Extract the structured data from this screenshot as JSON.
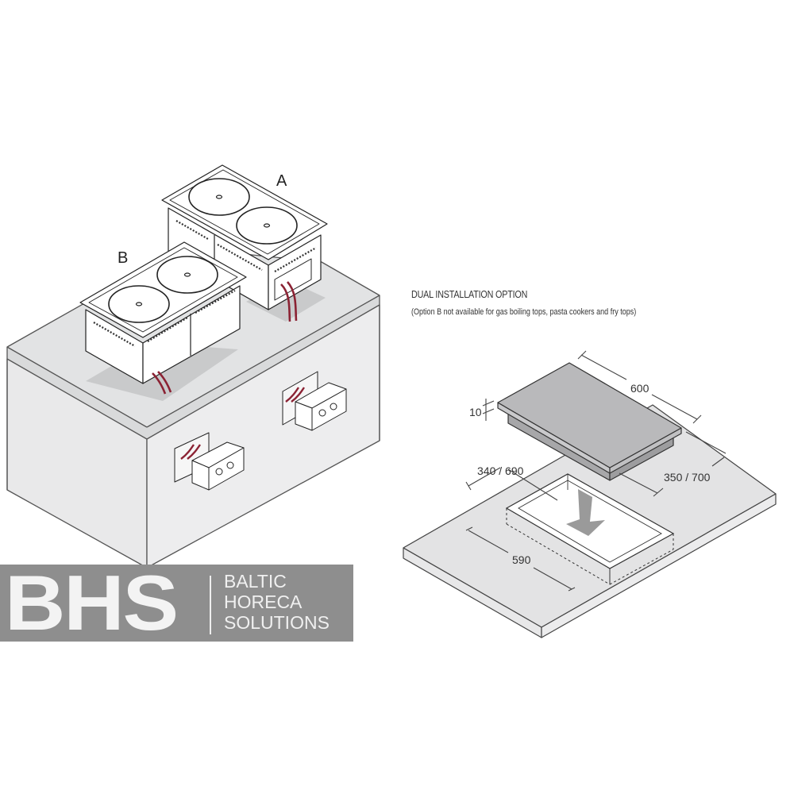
{
  "left_illustration": {
    "label_a": "A",
    "label_b": "B",
    "cable_color": "#8b2233",
    "block_top_color": "#e6e7e8",
    "block_side_color": "#ebebec"
  },
  "right_diagram": {
    "title": "DUAL INSTALLATION OPTION",
    "note": "(Option B not available for gas boiling tops, pasta cookers and fry tops)",
    "dimensions": {
      "length": "600",
      "thickness": "10",
      "depth": "350 / 700",
      "cutout_depth": "340 / 690",
      "cutout_length": "590"
    },
    "hob_color": "#b9b9bb",
    "countertop_color": "#e3e3e4",
    "arrow_color": "#9a9a9a"
  },
  "logo": {
    "abbr": "BHS",
    "lines": [
      "BALTIC",
      "HORECA",
      "SOLUTIONS"
    ],
    "background": "#8e8e8e"
  }
}
